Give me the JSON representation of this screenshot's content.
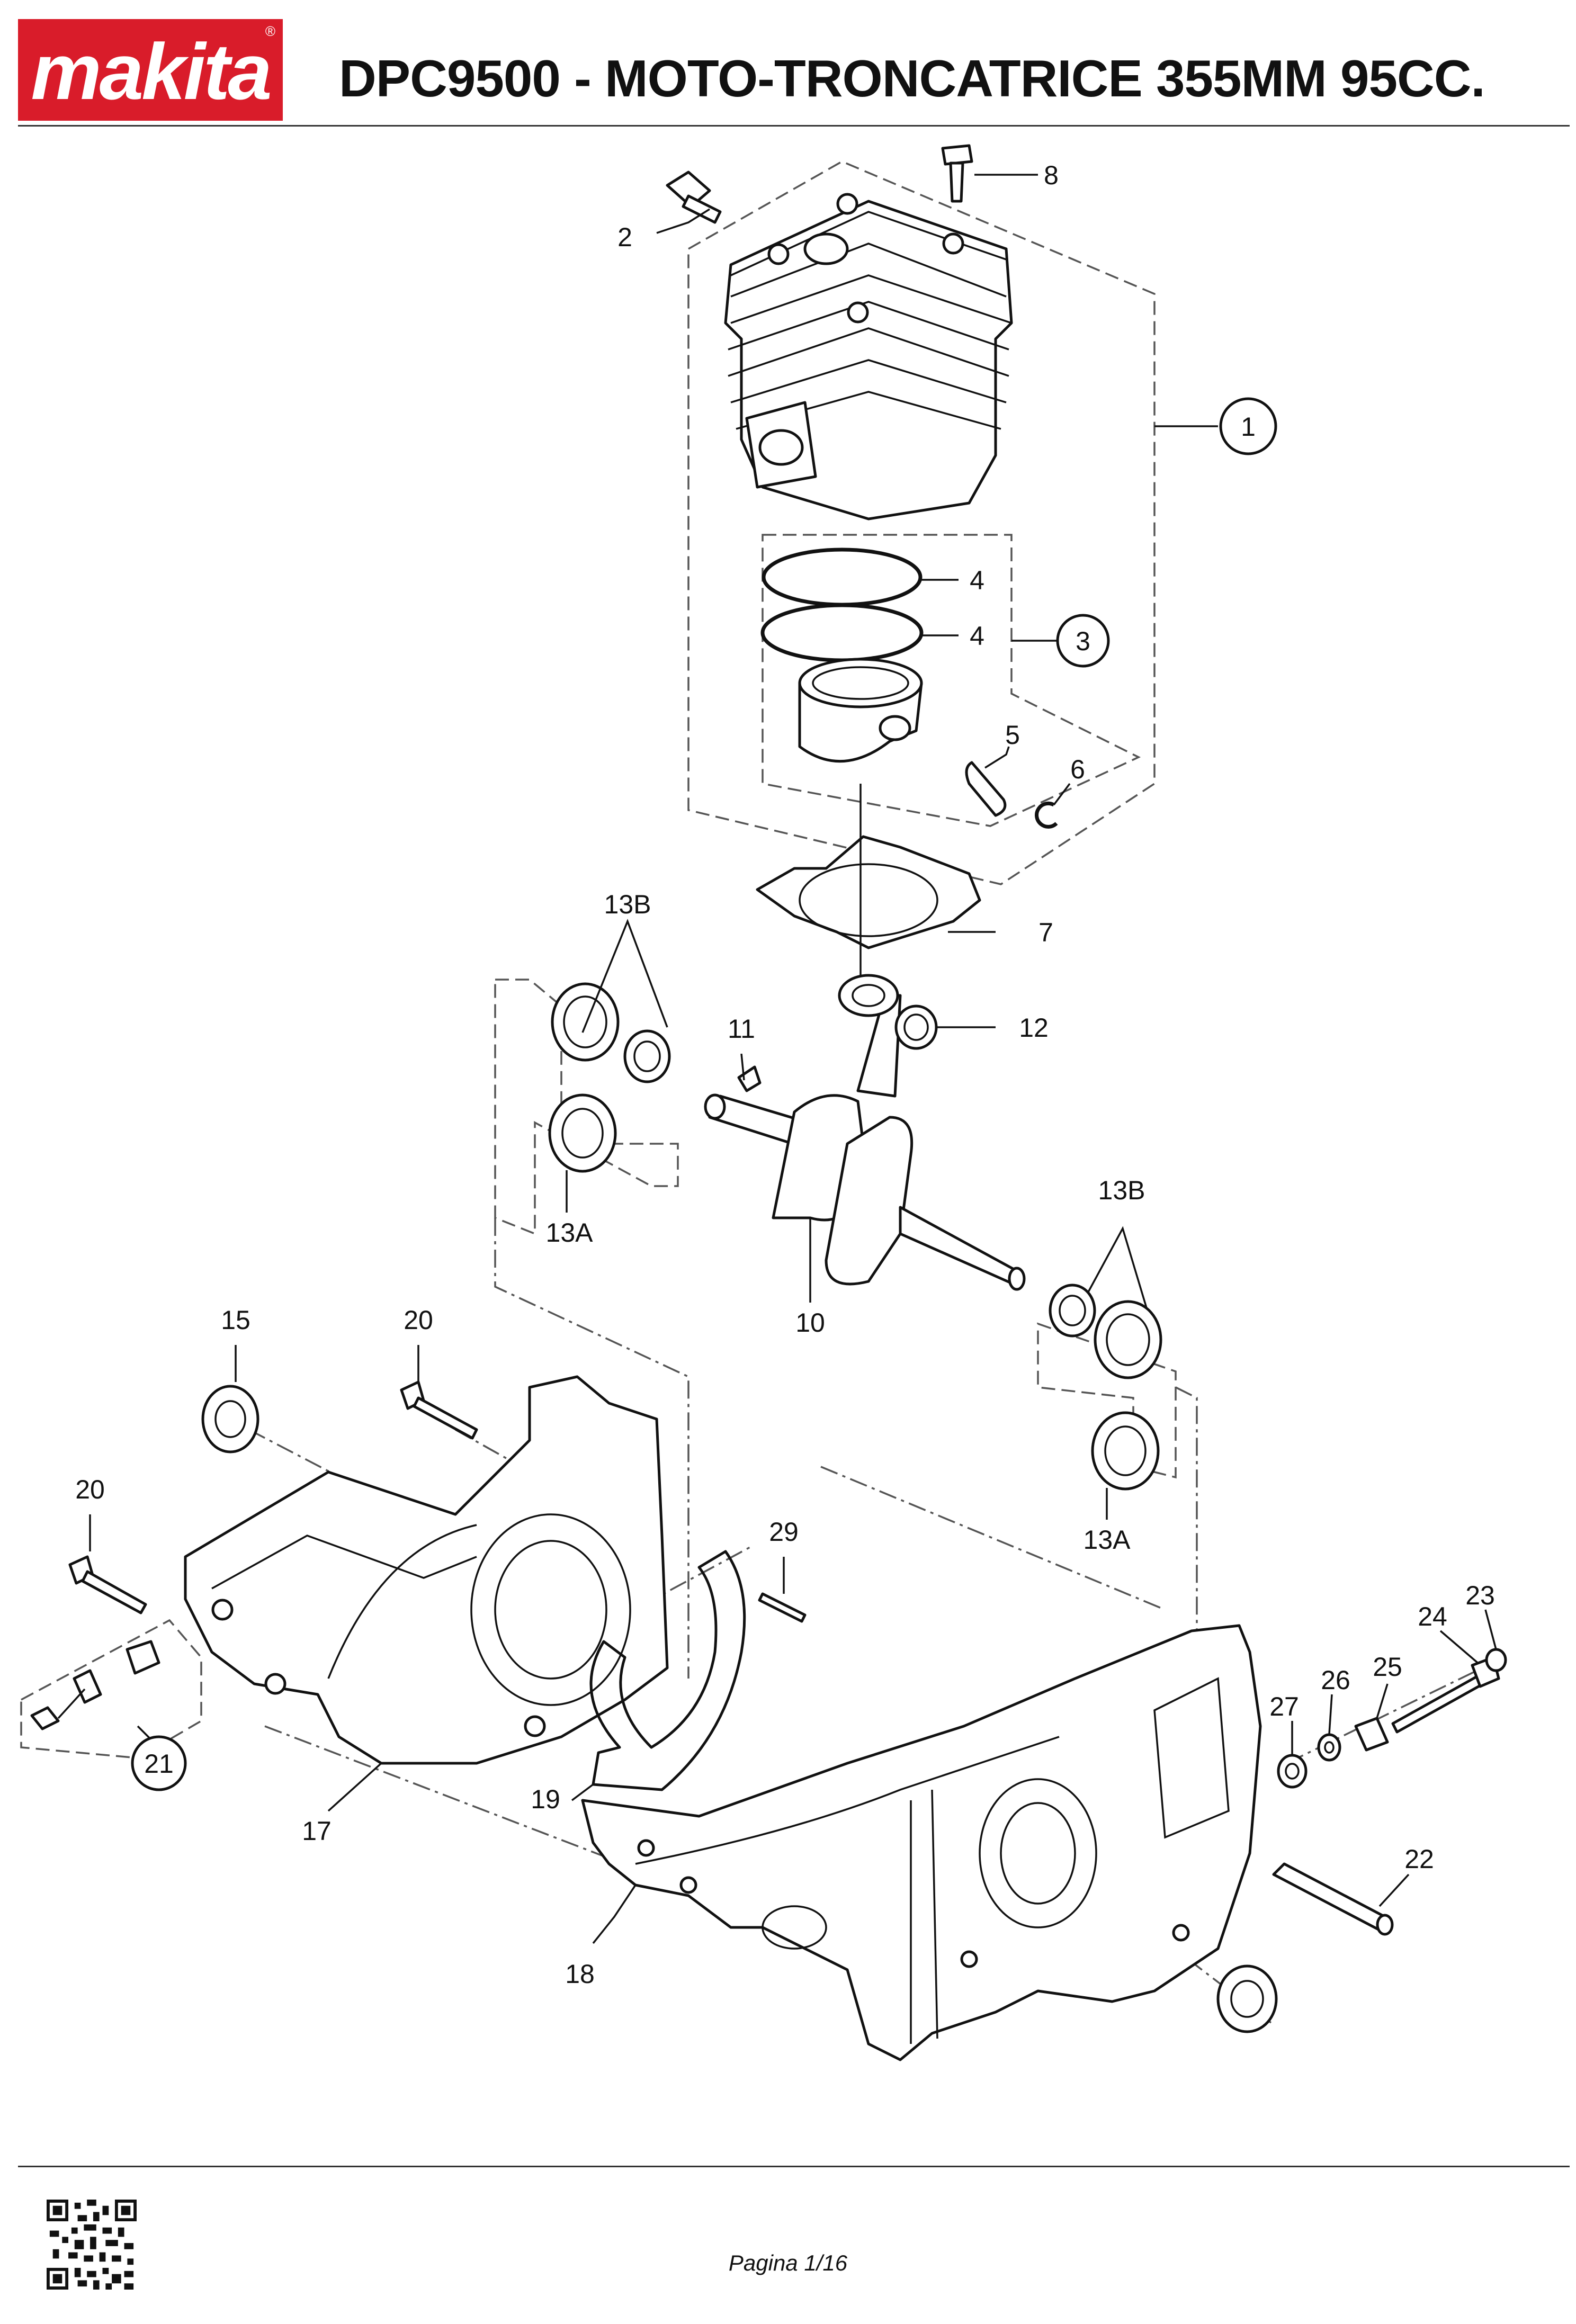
{
  "header": {
    "logo_text": "makita",
    "logo_reg": "®",
    "title": "DPC9500 - MOTO-TRONCATRICE 355MM 95CC."
  },
  "footer": {
    "page_label": "Pagina 1/16"
  },
  "callouts": {
    "c1": "1",
    "c2": "2",
    "c3": "3",
    "c4a": "4",
    "c4b": "4",
    "c5": "5",
    "c6": "6",
    "c7": "7",
    "c8": "8",
    "c10": "10",
    "c11": "11",
    "c12": "12",
    "c13a_left": "13A",
    "c13b_left": "13B",
    "c13a_right": "13A",
    "c13b_right": "13B",
    "c15": "15",
    "c17": "17",
    "c18": "18",
    "c19": "19",
    "c20a": "20",
    "c20b": "20",
    "c21": "21",
    "c22": "22",
    "c23": "23",
    "c24": "24",
    "c25": "25",
    "c26": "26",
    "c27": "27",
    "c29": "29"
  },
  "colors": {
    "brand": "#d91c2a"
  }
}
